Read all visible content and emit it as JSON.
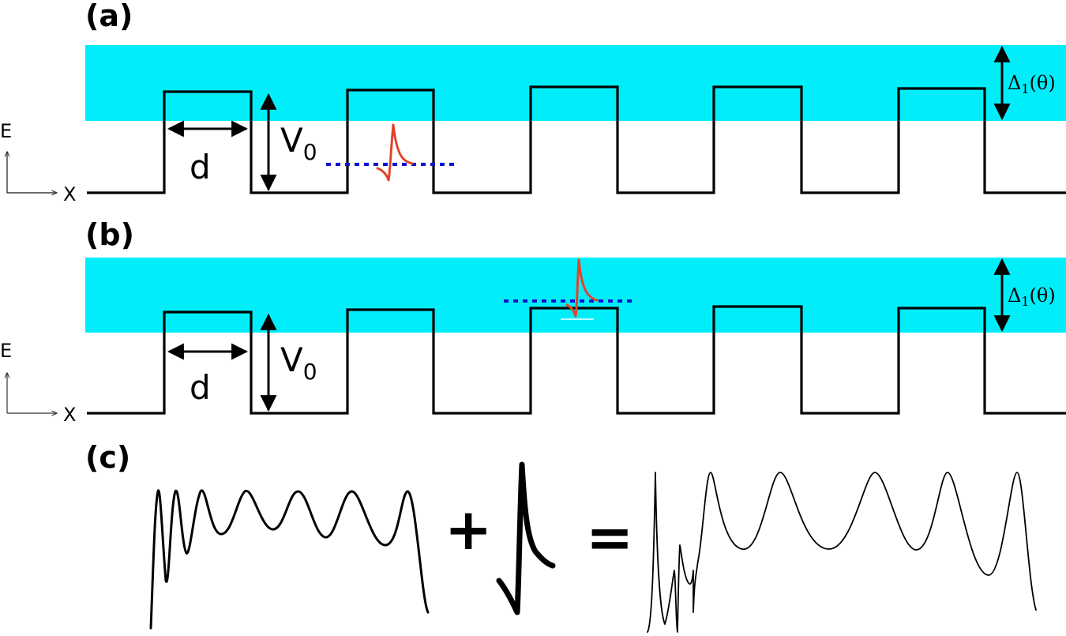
{
  "panels": {
    "a": {
      "label": "(a)"
    },
    "b": {
      "label": "(b)"
    },
    "c": {
      "label": "(c)"
    }
  },
  "axes": {
    "energy": "E",
    "position": "X"
  },
  "labels": {
    "width": "d",
    "height_main": "V",
    "height_sub": "0",
    "gap_main": "Δ",
    "gap_sub": "1",
    "gap_arg": "(θ)"
  },
  "operators": {
    "plus": "+",
    "equals": "="
  },
  "colors": {
    "band": "#00eefa",
    "well": "#000000",
    "dotted_level": "#0a14d6",
    "resonance": "#e0442a"
  }
}
